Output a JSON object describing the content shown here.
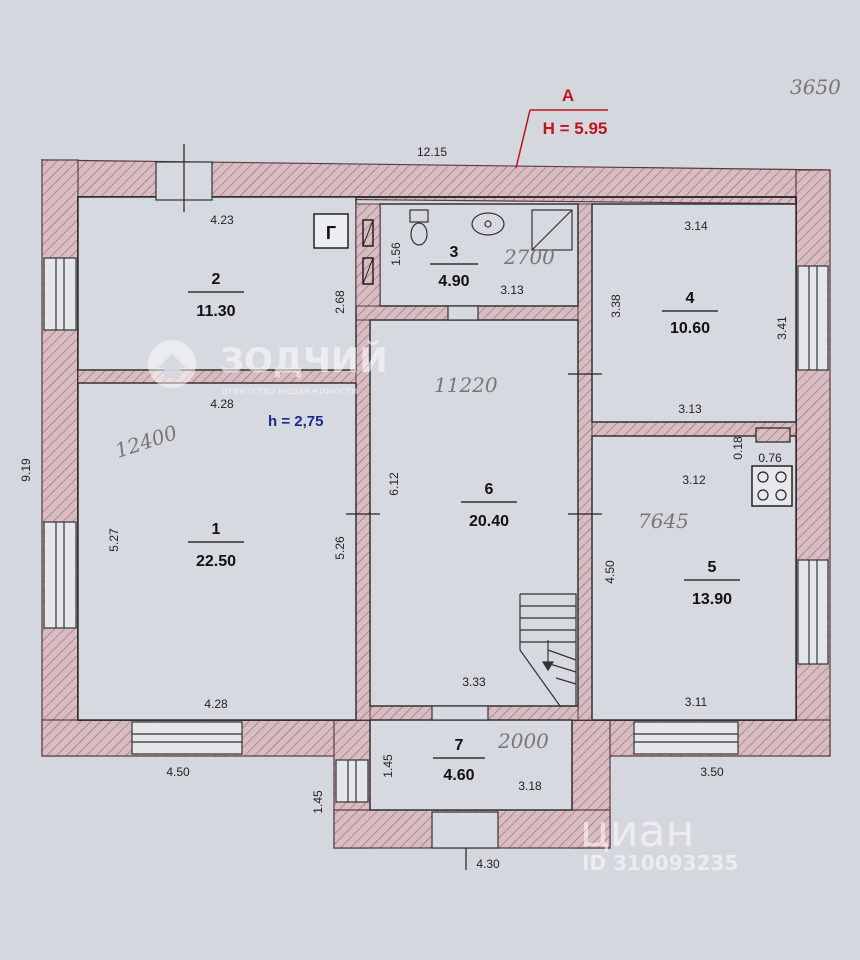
{
  "axis": {
    "letter": "А",
    "height": "H = 5.95"
  },
  "corner_note": "3650",
  "ceiling": "h = 2,75",
  "chimney_letter": "Г",
  "rooms": [
    {
      "num": "1",
      "area": "22.50"
    },
    {
      "num": "2",
      "area": "11.30"
    },
    {
      "num": "3",
      "area": "4.90"
    },
    {
      "num": "4",
      "area": "10.60"
    },
    {
      "num": "5",
      "area": "13.90"
    },
    {
      "num": "6",
      "area": "20.40"
    },
    {
      "num": "7",
      "area": "4.60"
    }
  ],
  "dims": {
    "top_total": "12.15",
    "left_total": "9.19",
    "r2_top": "4.23",
    "r2_right": "2.68",
    "r1_top": "4.28",
    "r1_left": "5.27",
    "r1_right": "5.26",
    "r1_bottom": "4.28",
    "r3_left": "1.56",
    "r3_bottom": "3.13",
    "r4_top": "3.14",
    "r4_left": "3.38",
    "r4_right": "3.41",
    "r4_bottom": "3.13",
    "r6_left": "6.12",
    "r6_bottom": "3.33",
    "r5_top": "3.12",
    "r5_left": "4.50",
    "r5_bottom": "3.11",
    "niche_h": "0.18",
    "niche_w": "0.76",
    "r7_left": "1.45",
    "r7_right": "3.18",
    "porch_left": "1.45",
    "bottom_left": "4.50",
    "bottom_right": "3.50",
    "bottom_center": "4.30"
  },
  "handwritten": {
    "r1": "12400",
    "r6": "11220",
    "r3": "2700",
    "r5": "7645",
    "r7": "2000"
  },
  "watermarks": {
    "brand": "ЗОДЧИЙ",
    "brand_sub": "агентство недвижимости",
    "cian": "циан",
    "cian_id": "ID 310093235"
  }
}
